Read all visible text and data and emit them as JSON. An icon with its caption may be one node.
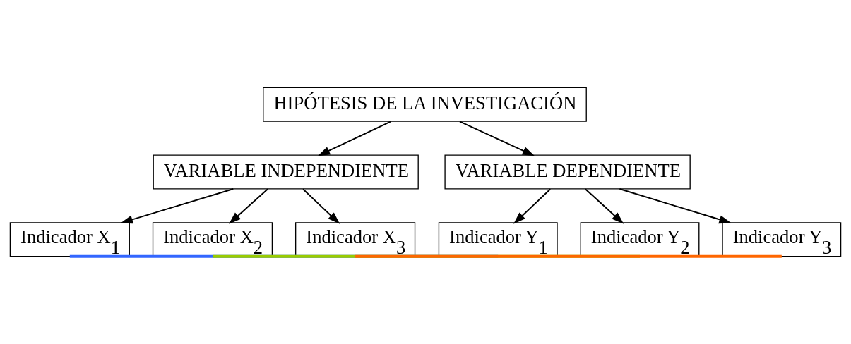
{
  "diagram": {
    "nodes": [
      {
        "text": [
          "HIPÓTESIS DE LA INVESTIGACIÓN"
        ]
      },
      {
        "text": [
          "VARIABLE INDEPENDIENTE"
        ]
      },
      {
        "text": [
          "VARIABLE DEPENDIENTE"
        ]
      },
      {
        "text": [
          "Indicador X$_{1}$"
        ]
      },
      {
        "text": [
          "Indicador X$_{2}$"
        ]
      },
      {
        "text": [
          "Indicador X$_{3}$"
        ]
      },
      {
        "text": [
          "Indicador Y$_{1}$"
        ]
      },
      {
        "text": [
          "Indicador Y$_{2}$"
        ]
      },
      {
        "text": [
          "Indicador Y$_{3}$"
        ]
      }
    ],
    "edges": [
      {
        "from": 0,
        "to": 1,
        "arrow": "to"
      },
      {
        "from": 0,
        "to": 2,
        "arrow": "to"
      },
      {
        "from": 1,
        "to": 3,
        "arrow": "to"
      },
      {
        "from": 1,
        "to": 4,
        "arrow": "to"
      },
      {
        "from": 1,
        "to": 5,
        "arrow": "to"
      },
      {
        "from": 2,
        "to": 6,
        "arrow": "to"
      },
      {
        "from": 2,
        "to": 7,
        "arrow": "to"
      },
      {
        "from": 2,
        "to": 8,
        "arrow": "to"
      },
      {
        "from": 3,
        "to": 6,
        "arrow": "none",
        "color": "#3366ff",
        "style": "thick"
      },
      {
        "from": 4,
        "to": 7,
        "arrow": "none",
        "color": "#99cc00",
        "style": "thick"
      },
      {
        "from": 5,
        "to": 8,
        "arrow": "none",
        "color": "#ff6600",
        "style": "thick"
      }
    ]
  }
}
